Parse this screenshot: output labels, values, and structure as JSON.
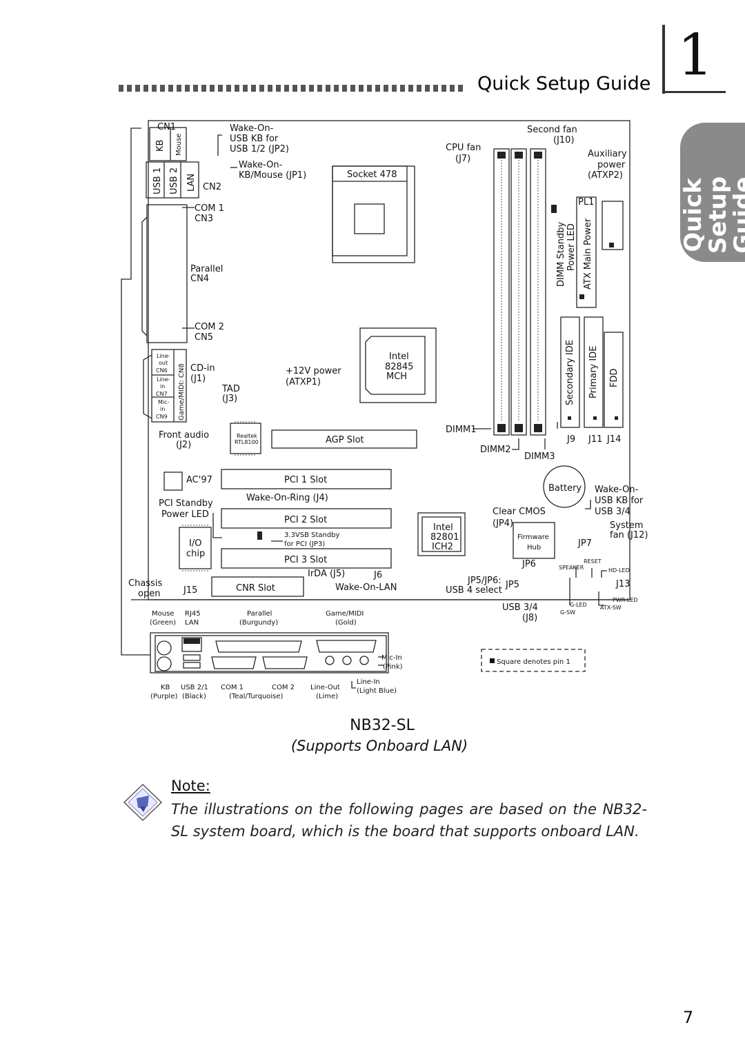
{
  "header": {
    "title": "Quick Setup Guide",
    "chapter": "1"
  },
  "side_tab": {
    "line1": "Quick Setup",
    "line2": "Guide"
  },
  "board": {
    "model": "NB32-SL",
    "subtitle": "(Supports Onboard LAN)"
  },
  "labels": {
    "cn1": "CN1",
    "kb": "KB",
    "mouse": "Mouse",
    "wake_usb_1": "Wake-On-",
    "wake_usb_2": "USB KB for",
    "wake_usb_3": "USB 1/2 (JP2)",
    "wake_kb_1": "Wake-On-",
    "wake_kb_2": "KB/Mouse (JP1)",
    "usb1": "USB 1",
    "usb2": "USB 2",
    "lan": "LAN",
    "cn2": "CN2",
    "com1": "COM 1",
    "cn3": "CN3",
    "parallel": "Parallel",
    "cn4": "CN4",
    "com2": "COM 2",
    "cn5": "CN5",
    "lineout_1": "Line-",
    "lineout_2": "out",
    "cn6": "CN6",
    "linein_1": "Line-",
    "linein_2": "in",
    "cn7": "CN7",
    "micin_1": "Mic-",
    "micin_2": "in",
    "cn9": "CN9",
    "game_midi_cn8": "Game/MIDI: CN8",
    "cd_in": "CD-in",
    "j1": "(J1)",
    "tad": "TAD",
    "j3": "(J3)",
    "front_audio": "Front audio",
    "j2": "(J2)",
    "socket": "Socket 478",
    "power12v": "+12V power",
    "atxp1": "(ATXP1)",
    "intel_mch_1": "Intel",
    "intel_mch_2": "82845",
    "intel_mch_3": "MCH",
    "cpu_fan": "CPU fan",
    "j7": "(J7)",
    "second_fan": "Second fan",
    "j10": "(J10)",
    "aux_power_1": "Auxiliary",
    "aux_power_2": "power",
    "aux_power_3": "(ATXP2)",
    "pl1": "PL1",
    "dimm_standby": "DIMM Standby",
    "power_led": "Power LED",
    "atx_main_power": "ATX Main Power",
    "secondary_ide": "Secondary IDE",
    "primary_ide": "Primary IDE",
    "fdd": "FDD",
    "j9": "J9",
    "j11": "J11",
    "j14": "J14",
    "realtek_1": "Realtek",
    "realtek_2": "RTL8100",
    "agp_slot": "AGP Slot",
    "dimm1": "DIMM1",
    "dimm2": "DIMM2",
    "dimm3": "DIMM3",
    "ac97": "AC'97",
    "pci1": "PCI 1 Slot",
    "wake_ring": "Wake-On-Ring (J4)",
    "pci_standby_1": "PCI Standby",
    "pci_standby_2": "Power LED",
    "pci2": "PCI 2 Slot",
    "vsb_1": "3.3VSB Standby",
    "vsb_2": "for PCI (JP3)",
    "io_chip_1": "I/O",
    "io_chip_2": "chip",
    "pci3": "PCI 3 Slot",
    "battery": "Battery",
    "wake_usb34_1": "Wake-On-",
    "wake_usb34_2": "USB KB for",
    "wake_usb34_3": "USB 3/4",
    "clear_cmos": "Clear CMOS",
    "jp4": "(JP4)",
    "ich2_1": "Intel",
    "ich2_2": "82801",
    "ich2_3": "ICH2",
    "firmware_1": "Firmware",
    "firmware_2": "Hub",
    "system_fan_1": "System",
    "system_fan_2": "fan (J12)",
    "jp7": "JP7",
    "jp6": "JP6",
    "speaker": "SPEAKER",
    "reset": "RESET",
    "hd_led": "HD-LED",
    "jp5jp6_1": "JP5/JP6:",
    "jp5jp6_2": "USB 4 select",
    "jp5": "JP5",
    "j13": "J13",
    "irda": "IrDA (J5)",
    "j6": "J6",
    "wake_lan": "Wake-On-LAN",
    "chassis_1": "Chassis",
    "chassis_2": "open",
    "j15": "J15",
    "cnr_slot": "CNR Slot",
    "usb34": "USB 3/4",
    "j8": "(J8)",
    "g_led": "G-LED",
    "pwr_led": "PWR-LED",
    "g_sw": "G-SW",
    "atx_sw": "ATX-SW",
    "bp_mouse_1": "Mouse",
    "bp_mouse_2": "(Green)",
    "bp_rj45_1": "RJ45",
    "bp_rj45_2": "LAN",
    "bp_parallel_1": "Parallel",
    "bp_parallel_2": "(Burgundy)",
    "bp_game_1": "Game/MIDI",
    "bp_game_2": "(Gold)",
    "bp_micin_1": "Mic-In",
    "bp_micin_2": "(Pink)",
    "bp_linein_1": "Line-In",
    "bp_linein_2": "(Light Blue)",
    "bp_kb_1": "KB",
    "bp_kb_2": "(Purple)",
    "bp_usb_1": "USB 2/1",
    "bp_usb_2": "(Black)",
    "bp_com1": "COM 1",
    "bp_com2": "COM 2",
    "bp_com_color": "(Teal/Turquoise)",
    "bp_lineout_1": "Line-Out",
    "bp_lineout_2": "(Lime)",
    "pin1_note": "Square denotes pin 1"
  },
  "note": {
    "heading": "Note:",
    "text": "The illustrations on the following pages are based on the NB32-SL system board, which is the board that supports onboard LAN."
  },
  "page_number": "7"
}
